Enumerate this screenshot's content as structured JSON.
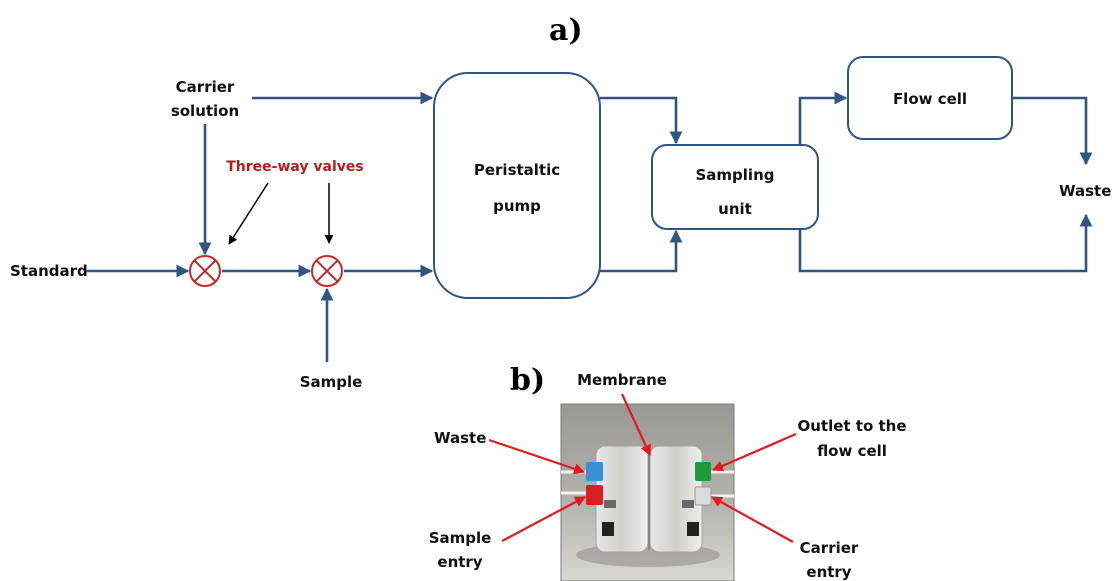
{
  "panel_a_label": "a)",
  "panel_b_label": "b)",
  "inputs": {
    "carrier_line1": "Carrier",
    "carrier_line2": "solution",
    "standard": "Standard",
    "sample": "Sample"
  },
  "valves_label": "Three-way valves",
  "boxes": {
    "pump_line1": "Peristaltic",
    "pump_line2": "pump",
    "sampling_line1": "Sampling",
    "sampling_line2": "unit",
    "flow_cell": "Flow cell"
  },
  "outputs": {
    "waste": "Waste"
  },
  "photo_labels": {
    "membrane": "Membrane",
    "waste": "Waste",
    "outlet_line1": "Outlet to the",
    "outlet_line2": "flow cell",
    "sample_entry_line1": "Sample",
    "sample_entry_line2": "entry",
    "carrier_entry_line1": "Carrier",
    "carrier_entry_line2": "entry"
  },
  "colors": {
    "flow_line": "#2e5584",
    "valve": "#c62828",
    "annotation_red": "#e01b1b",
    "valves_label": "#b71c1c"
  }
}
